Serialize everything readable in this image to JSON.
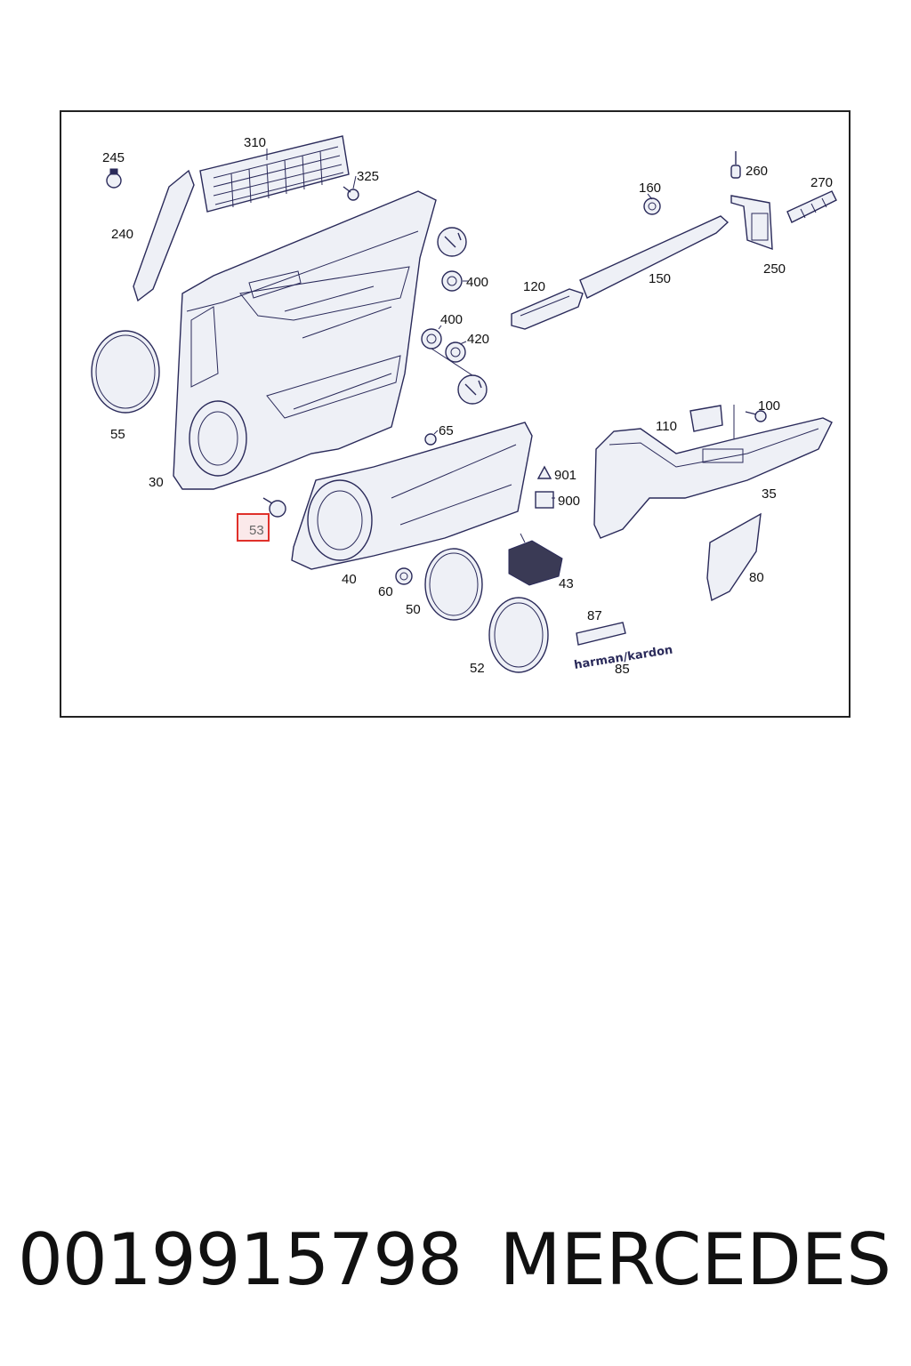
{
  "diagram": {
    "callouts": {
      "c310": "310",
      "c245": "245",
      "c325": "325",
      "c240": "240",
      "c260": "260",
      "c270": "270",
      "c160": "160",
      "c250": "250",
      "c400a": "400",
      "c120": "120",
      "c150": "150",
      "c400b": "400",
      "c420": "420",
      "c55": "55",
      "c65": "65",
      "c110": "110",
      "c100": "100",
      "c30": "30",
      "c901": "901",
      "c900": "900",
      "c35": "35",
      "c53": "53",
      "c40": "40",
      "c60": "60",
      "c50": "50",
      "c43": "43",
      "c80": "80",
      "c87": "87",
      "c52": "52",
      "c85": "85"
    },
    "highlighted_callout": "53",
    "emblem_text": "harman/kardon",
    "highlight_color": "#e0302a"
  },
  "footer": {
    "part_number": "0019915798",
    "brand": "MERCEDES"
  }
}
